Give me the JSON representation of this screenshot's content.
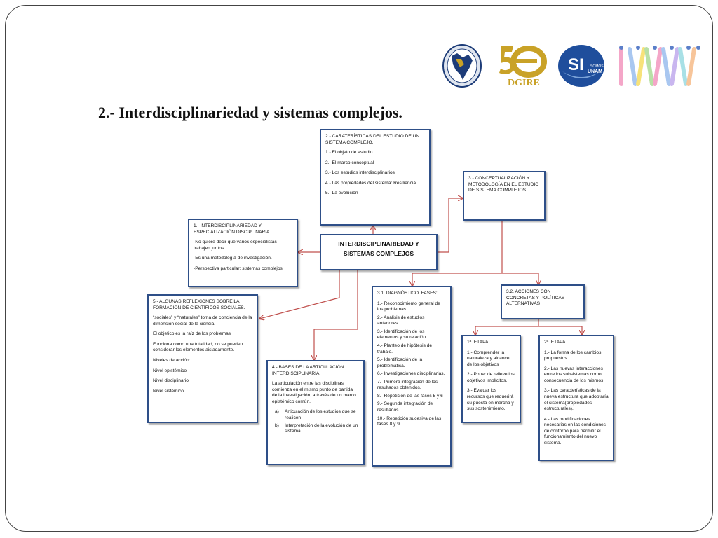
{
  "slide": {
    "title": "2.- Interdisciplinariedad y sistemas complejos."
  },
  "logos": {
    "unam_seal": "unam-seal-icon",
    "dgire": "DGIRE",
    "dgire_number": "5",
    "si_main": "SI",
    "si_sub": "SOMOS",
    "si_sub2": "UNAM",
    "stripes": "colored-stripes-logo"
  },
  "colors": {
    "box_border": "#2e4f88",
    "connector": "#c0504d",
    "gold": "#c9a227",
    "si_blue": "#1f4e9c",
    "unam_blue": "#1d3c78"
  },
  "diagram": {
    "central": "INTERDISCIPLINARIEDAD Y SISTEMAS COMPLEJOS",
    "box1": {
      "head": "1.- INTERDISCIPLINARIEDAD Y ESPECIALIZACIÓN DISCIPLINARIA.",
      "lines": [
        "-No quiere decir que varios especialistas trabajen juntos.",
        "-Es una metodología de investigación.",
        "-Perspectiva particular: sistemas complejos"
      ]
    },
    "box2": {
      "head": "2.- CARATERÍSTICAS DEL ESTUDIO DE UN SISTEMA COMPLEJO.",
      "lines": [
        "1.- El objeto de estudio",
        "2.- El marco conceptual",
        "3.- Los estudios interdisciplinarios",
        "4.- Las propiedades del sistema: Resiliencia",
        "5.- La evolución"
      ]
    },
    "box3": {
      "head": "3.- CONCEPTUALIZACIÓN Y METODOLOGÍA EN EL ESTUDIO DE SISTEMA COMPLEJOS"
    },
    "box4": {
      "head": "4.- BASES DE LA ARTICULACIÓN INTERDISCIPLINARIA.",
      "body": "La articulación entre las disciplinas comienza en el mismo punto de partida de la investigación, a través de un marco epistémico común.",
      "items": [
        {
          "label": "a)",
          "text": "Articulación de los estudios que se realicen"
        },
        {
          "label": "b)",
          "text": "Interpretación de la evolución de un sistema"
        }
      ]
    },
    "box5": {
      "head": "5.- ALGUNAS REFLEXIONES SOBRE LA FORMACIÓN DE CIENTÍFICOS SOCIALES.",
      "lines": [
        "“sociales” y “naturales” toma de conciencia de la dimensión social de la ciencia.",
        "El objetico es la raíz de los problemas",
        "Funciona como una totalidad, no se pueden considerar los elementos aisladamente.",
        "Niveles de acción:",
        "Nivel epistémico",
        "Nivel disciplinario",
        "Nivel sistémico"
      ]
    },
    "box31": {
      "head": "3.1. DIAGNÓSTICO. FASES:",
      "lines": [
        "1.- Reconocimiento general de los problemas.",
        "2.- Análisis de estudios anteriores.",
        "3.- Identificación de los elementos y su relación.",
        "4.- Planteo de hipótesis de trabajo.",
        "5.- Identificación de la problemática.",
        "6.- Investigaciones disciplinarias.",
        "7.- Primera integración de los resultados obtenidos.",
        "8.- Repetición de las fases 5 y 6",
        "9.- Segunda integración de resultados.",
        "10.- Repetición sucesiva de las fases 8 y 9"
      ]
    },
    "box32": {
      "head": "3.2. ACCIONES CON CONCRETAS Y POLÍTICAS ALTERNATIVAS"
    },
    "etapa1": {
      "head": "1ª. ETAPA",
      "lines": [
        "1.- Comprender la naturaleza y alcance de los objetivos",
        "2.- Poner de relieve los objetivos implícitos.",
        "3.- Evaluar los recursos que requerirá su puesta en marcha y sus sostenimiento."
      ]
    },
    "etapa2": {
      "head": "2ª. ETAPA",
      "lines": [
        "1.- La forma de los cambios propuestos",
        "2.- Las nuevas interacciones entre los subsistemas como consecuencia de los mismos",
        "3.- Las características de la nueva estructura que adoptaría el sistema(propiedades estructurales).",
        "4.- Las modificaciones necesarias en las condiciones de contorno para permitir el funcionamiento del nuevo sistema."
      ]
    }
  }
}
